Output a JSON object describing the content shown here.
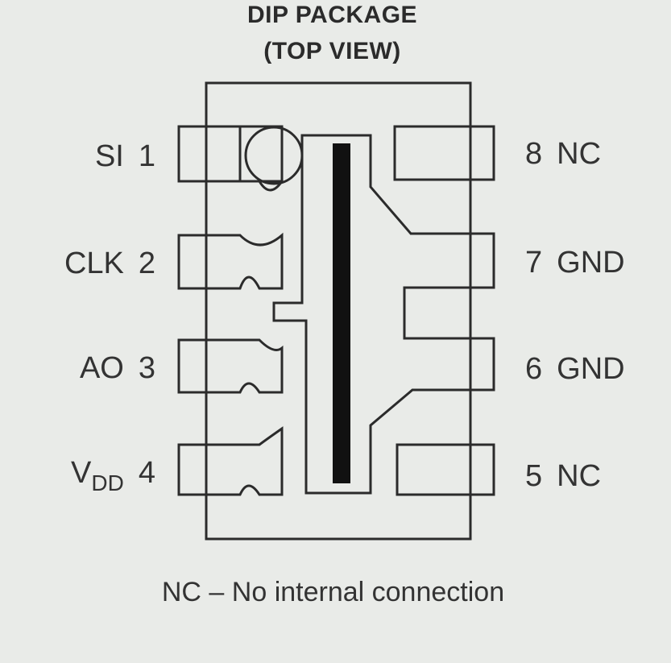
{
  "header": {
    "title_line1": "DIP PACKAGE",
    "title_line2": "(TOP VIEW)"
  },
  "pins_left": [
    {
      "number": "1",
      "name": "SI",
      "name_sub": ""
    },
    {
      "number": "2",
      "name": "CLK",
      "name_sub": ""
    },
    {
      "number": "3",
      "name": "AO",
      "name_sub": ""
    },
    {
      "number": "4",
      "name": "V",
      "name_sub": "DD"
    }
  ],
  "pins_right": [
    {
      "number": "8",
      "name": "NC"
    },
    {
      "number": "7",
      "name": "GND"
    },
    {
      "number": "6",
      "name": "GND"
    },
    {
      "number": "5",
      "name": "NC"
    }
  ],
  "footnote": "NC – No internal connection",
  "colors": {
    "background": "#e9ebe8",
    "line": "#2b2b2b",
    "text": "#333333"
  }
}
